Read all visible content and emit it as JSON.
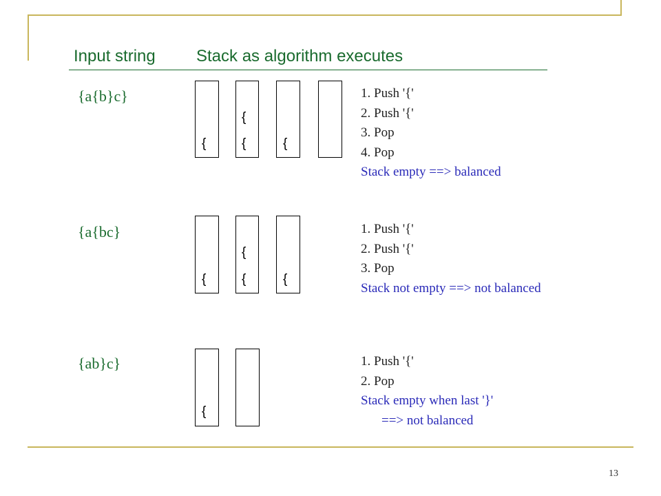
{
  "header": {
    "input_label": "Input string",
    "stack_label": "Stack as algorithm executes"
  },
  "examples": [
    {
      "input": "{a{b}c}",
      "stacks": [
        [
          "{"
        ],
        [
          "{",
          "{"
        ],
        [
          "{"
        ],
        []
      ],
      "steps": [
        "1. Push '{'",
        "2. Push '{'",
        "3. Pop",
        "4. Pop"
      ],
      "result": [
        "Stack empty ==> balanced"
      ]
    },
    {
      "input": "{a{bc}",
      "stacks": [
        [
          "{"
        ],
        [
          "{",
          "{"
        ],
        [
          "{"
        ]
      ],
      "steps": [
        "1. Push '{'",
        "2. Push '{'",
        "3. Pop"
      ],
      "result": [
        "Stack not empty ==> not balanced"
      ]
    },
    {
      "input": "{ab}c}",
      "stacks": [
        [
          "{"
        ],
        []
      ],
      "steps": [
        "1. Push '{'",
        "2. Pop"
      ],
      "result": [
        "Stack empty when last '}'",
        "==> not balanced"
      ]
    }
  ],
  "page_number": "13",
  "colors": {
    "accent": "#c8b55a",
    "heading": "#1a6b2e",
    "result": "#2a2ab8"
  }
}
